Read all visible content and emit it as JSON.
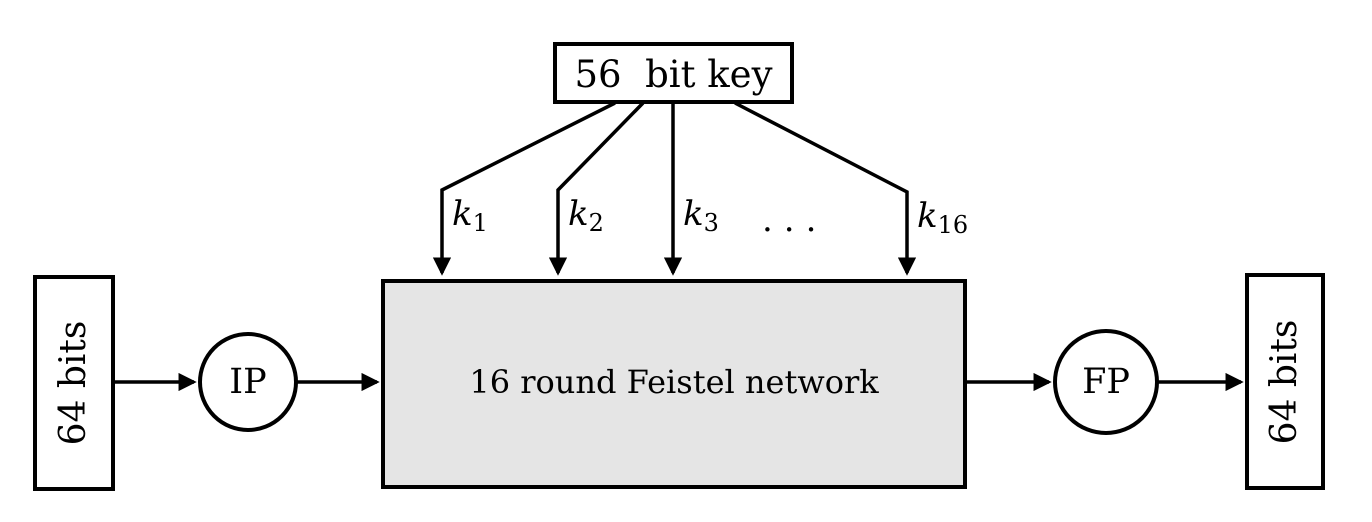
{
  "diagram": {
    "key_box": {
      "label": "56  bit key"
    },
    "feistel_box": {
      "label": "16 round Feistel network"
    },
    "input_box": {
      "label": "64 bits"
    },
    "output_box": {
      "label": "64 bits"
    },
    "ip_node": {
      "label": "IP"
    },
    "fp_node": {
      "label": "FP"
    },
    "round_keys": [
      {
        "base": "k",
        "sub": "1"
      },
      {
        "base": "k",
        "sub": "2"
      },
      {
        "base": "k",
        "sub": "3"
      },
      {
        "base": "k",
        "sub": "16"
      }
    ],
    "ellipsis": "...",
    "colors": {
      "line": "#000000",
      "feistel_fill": "#e5e5e5",
      "node_fill": "#ffffff",
      "background": "#ffffff"
    }
  }
}
